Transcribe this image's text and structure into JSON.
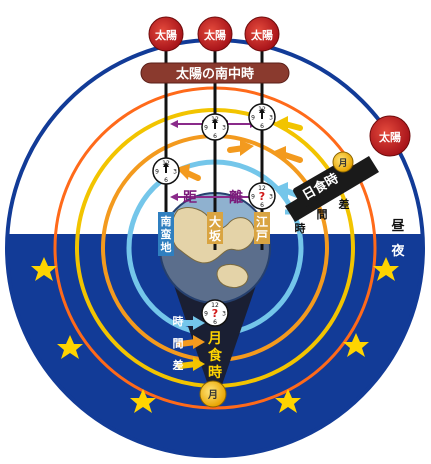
{
  "labels": {
    "sun": "太陽",
    "meridian_title": "太陽の南中時",
    "distance_left": "距",
    "distance_right": "離",
    "place_west": "南蛮地",
    "place_osaka": "大坂",
    "place_edo": "江戸",
    "day": "昼",
    "night": "夜",
    "solar_eclipse_time": "日食時",
    "time_diff_ji": "時",
    "time_diff_kan": "間",
    "time_diff_sa": "差",
    "lunar_eclipse_time": "月食時",
    "moon": "月",
    "clock_12": "12",
    "clock_9": "9",
    "clock_3": "3",
    "clock_6": "6",
    "unknown_mark": "?"
  },
  "colors": {
    "red": "#c81e1e",
    "dark_red": "#7a1010",
    "navy": "#123b97",
    "sky": "#ffffff",
    "yellow": "#f2c400",
    "orange": "#f39a1e",
    "light_blue": "#74c6ea",
    "tan": "#d9a441",
    "star": "#ffd400",
    "globe_land": "#e4d3a8",
    "globe_sea": "#5b6e8c"
  }
}
